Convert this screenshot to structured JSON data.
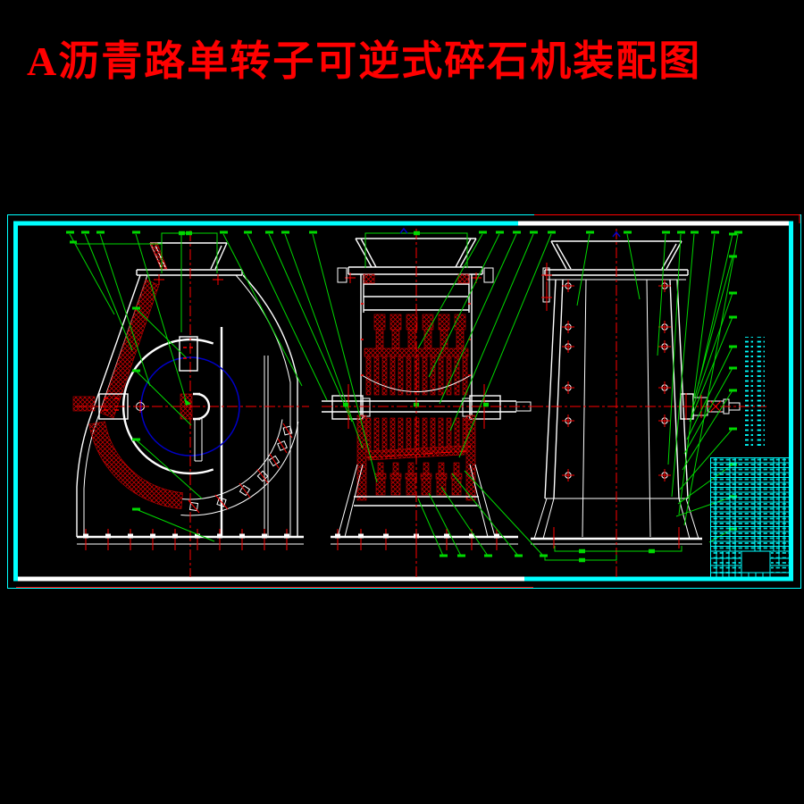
{
  "page": {
    "kind": "CAD assembly drawing viewport",
    "background": "#000000"
  },
  "title": {
    "text": "A沥青路单转子可逆式碎石机装配图",
    "color": "#ff0000"
  },
  "palette": {
    "bg": "#000000",
    "cyan": "#00ffff",
    "white": "#ffffff",
    "red": "#ff0000",
    "hatch": "#c80000",
    "green": "#00d800",
    "blue": "#0000c8"
  },
  "drawing": {
    "views_count": 3,
    "rotor_circle_color": "#0000c8",
    "leader_line_color": "#00d800",
    "hatch_color": "#c80000",
    "frame_border_color": "#00ffff"
  },
  "parts_list": {
    "visible_rows": 19,
    "visible_columns": 8,
    "text_legible": false
  },
  "notes_column": {
    "orientation": "vertical",
    "text_legible": false
  }
}
